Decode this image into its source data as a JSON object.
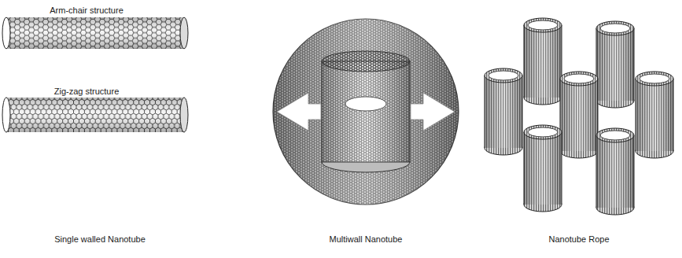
{
  "diagram": {
    "labels": [
      "Arm-chair structure",
      "Zig-zag structure",
      "Single walled Nanotube",
      "Multiwall Nanotube",
      "Nanotube Rope"
    ]
  }
}
